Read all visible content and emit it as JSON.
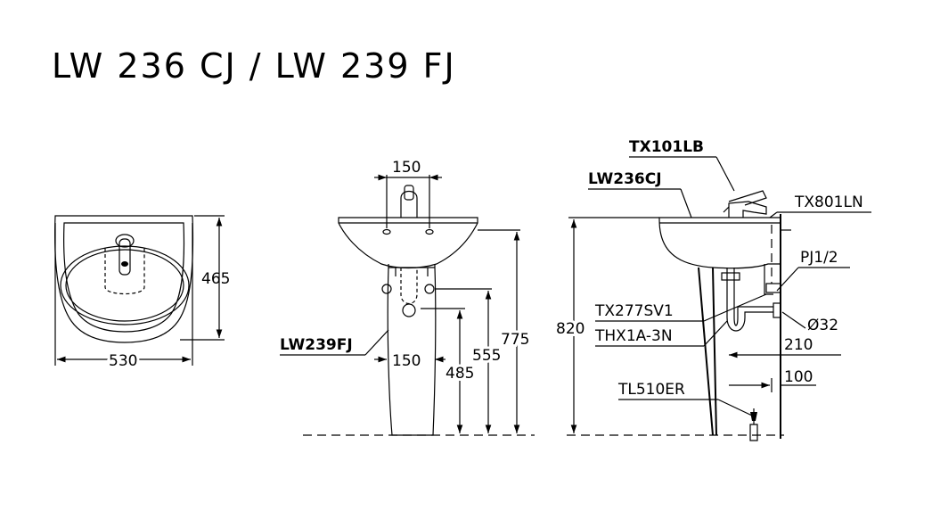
{
  "title": "LW 236 CJ / LW 239 FJ",
  "top_view": {
    "depth": "465",
    "width": "530"
  },
  "front_view": {
    "tap_spacing": "150",
    "pedestal_label": "LW239FJ",
    "pedestal_width": "150",
    "h_outlet": "485",
    "h_pedestal": "555",
    "h_rim": "775"
  },
  "side_view": {
    "faucet": "TX101LB",
    "basin": "LW236CJ",
    "stop_valve": "TX801LN",
    "height": "820",
    "supply": "PJ1/2",
    "trap_a": "TX277SV1",
    "trap_b": "THX1A-3N",
    "drain_dia": "Ø32",
    "drain_offset": "210",
    "wall_offset": "100",
    "fixing": "TL510ER"
  }
}
